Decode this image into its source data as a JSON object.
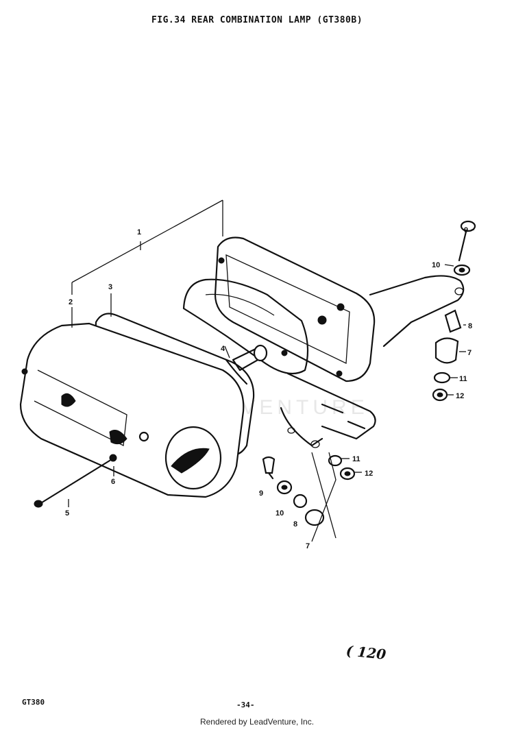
{
  "header": {
    "title": "FIG.34  REAR COMBINATION LAMP (GT380B)"
  },
  "watermark": {
    "text": "LEADVENTURE"
  },
  "callouts": [
    "1",
    "2",
    "3",
    "4",
    "5",
    "6",
    "7",
    "7",
    "8",
    "8",
    "9",
    "9",
    "10",
    "10",
    "11",
    "11",
    "12",
    "12"
  ],
  "annotation": {
    "handwritten": "( 120"
  },
  "footer": {
    "model": "GT380",
    "page": "-34-",
    "credit": "Rendered by LeadVenture, Inc."
  }
}
